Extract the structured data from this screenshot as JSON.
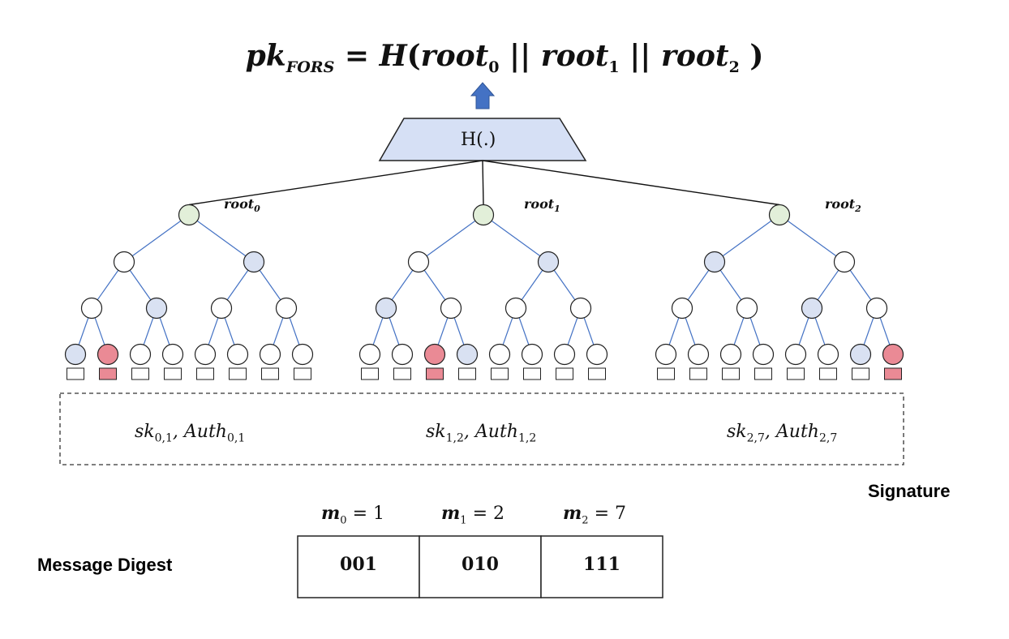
{
  "formula": {
    "pk": "pk",
    "pk_sub": "FORS",
    "equals": "=",
    "h": "H",
    "open": "(",
    "root": "root",
    "sub0": "0",
    "sub1": "1",
    "sub2": "2",
    "concat": "||",
    "close": ")"
  },
  "hash_box": {
    "label": "H(.)",
    "fill": "#d6e0f5"
  },
  "trees": [
    {
      "root_label": "root",
      "root_sub": "0",
      "selected_leaf": 1,
      "signature": {
        "sk": "sk",
        "sk_sub": "0,1",
        "auth": "Auth",
        "auth_sub": "0,1"
      }
    },
    {
      "root_label": "root",
      "root_sub": "1",
      "selected_leaf": 2,
      "signature": {
        "sk": "sk",
        "sk_sub": "1,2",
        "auth": "Auth",
        "auth_sub": "1,2"
      }
    },
    {
      "root_label": "root",
      "root_sub": "2",
      "selected_leaf": 7,
      "signature": {
        "sk": "sk",
        "sk_sub": "2,7",
        "auth": "Auth",
        "auth_sub": "2,7"
      }
    }
  ],
  "colors": {
    "root_fill": "#e2efd9",
    "auth_fill": "#d9e1f2",
    "selected_fill": "#ea8a95",
    "edge": "#4472c4",
    "arrow": "#4472c4"
  },
  "signature_label": "Signature",
  "message": {
    "label": "Message Digest",
    "indices": [
      {
        "m": "m",
        "sub": "0",
        "eq": "=",
        "value": "1"
      },
      {
        "m": "m",
        "sub": "1",
        "eq": "=",
        "value": "2"
      },
      {
        "m": "m",
        "sub": "2",
        "eq": "=",
        "value": "7"
      }
    ],
    "bits": [
      "001",
      "010",
      "111"
    ]
  }
}
